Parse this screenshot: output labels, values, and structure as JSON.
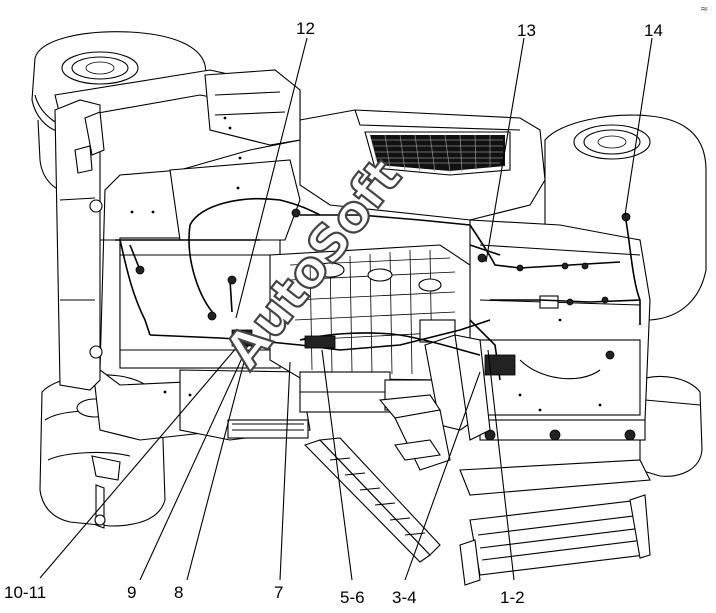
{
  "callouts": {
    "c12": "12",
    "c13": "13",
    "c14": "14",
    "c10_11": "10-11",
    "c9": "9",
    "c8": "8",
    "c7": "7",
    "c5_6": "5-6",
    "c3_4": "3-4",
    "c1_2": "1-2"
  },
  "watermark": "AutoSoft",
  "corner_mark": "≈"
}
